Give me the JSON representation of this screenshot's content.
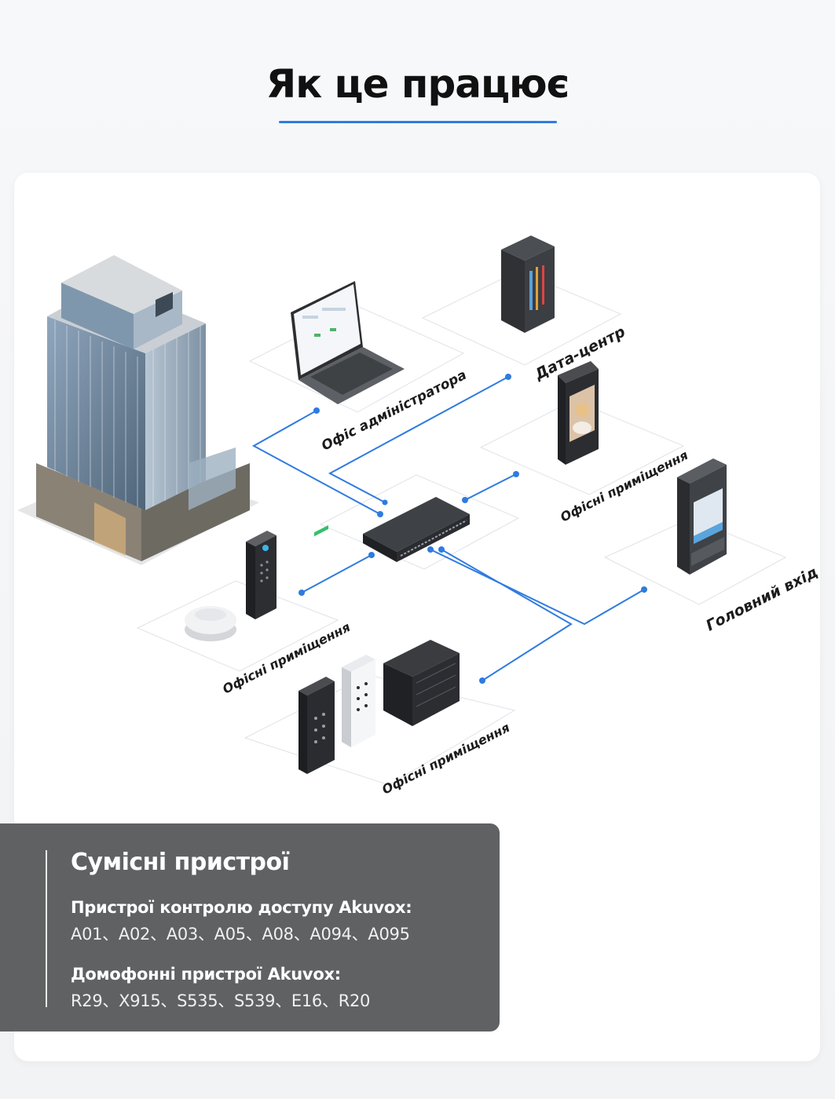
{
  "title": "Як це працює",
  "colors": {
    "accent": "#2f7be0",
    "panel": "#5f6163"
  },
  "nodes": {
    "admin_office": "Офіс адміністратора",
    "data_center": "Дата-центр",
    "office_rooms_right": "Офісні приміщення",
    "main_entrance": "Головний вхід",
    "office_rooms_left": "Офісні приміщення",
    "office_rooms_bottom": "Офісні приміщення"
  },
  "compatible": {
    "title": "Сумісні пристрої",
    "access_heading": "Пристрої контролю доступу Akuvox:",
    "access_models": "A01、A02、A03、A05、A08、A094、A095",
    "intercom_heading": "Домофонні пристрої Akuvox:",
    "intercom_models": "R29、X915、S535、S539、E16、R20"
  },
  "icons": [
    "office-building-icon",
    "laptop-icon",
    "server-rack-icon",
    "network-switch-icon",
    "face-terminal-icon",
    "door-phone-icon",
    "access-reader-icon",
    "smoke-sensor-icon",
    "keypad-reader-icon",
    "access-controller-icon"
  ]
}
